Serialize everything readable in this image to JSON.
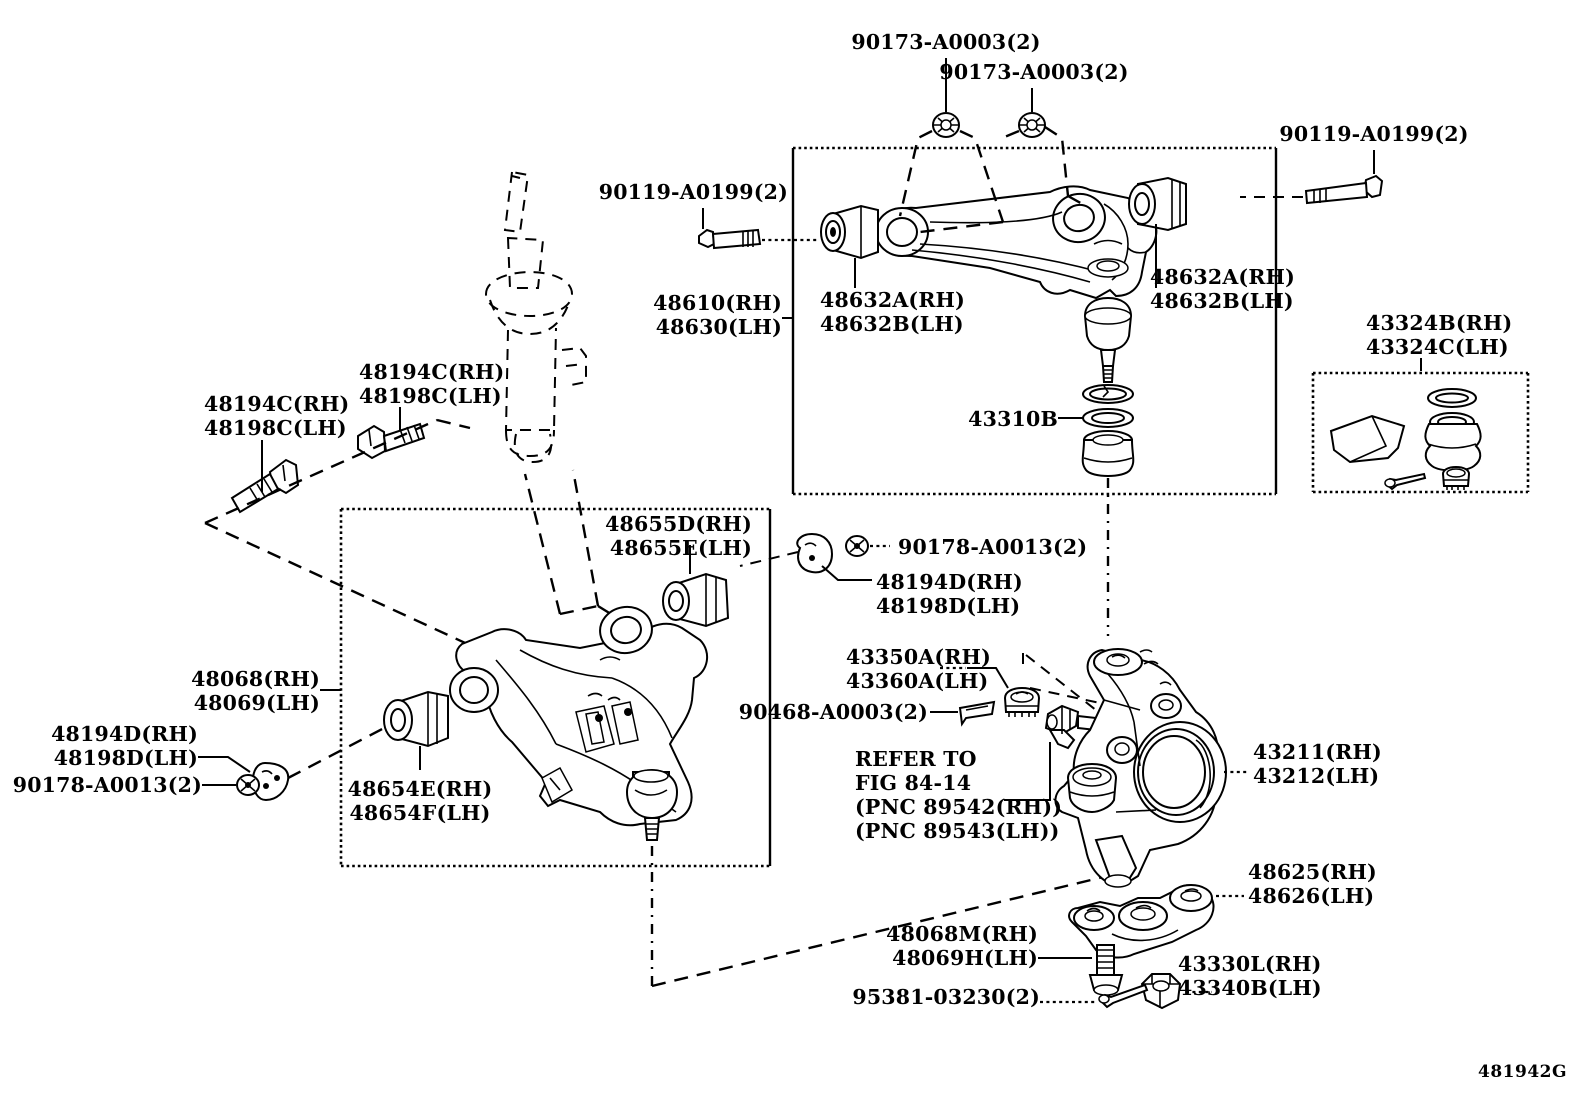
{
  "diagram": {
    "title": "Front Suspension Arm / Steering Knuckle Exploded Parts Diagram",
    "figure_code": "481942G"
  },
  "labels": {
    "nut_upper_left": "90173-A0003(2)",
    "nut_upper_right": "90173-A0003(2)",
    "bolt_upper_right": "90119-A0199(2)",
    "bolt_upper_left": "90119-A0199(2)",
    "upper_arm": "48610(RH)\n48630(LH)",
    "upper_bush_left": "48632A(RH)\n48632B(LH)",
    "upper_bush_right": "48632A(RH)\n48632B(LH)",
    "ball_joint_dust_seal": "43310B",
    "boot_kit": "43324B(RH)\n43324C(LH)",
    "cam_bolt_outer": "48194C(RH)\n48198C(LH)",
    "cam_bolt_inner": "48194C(RH)\n48198C(LH)",
    "lower_arm": "48068(RH)\n48069(LH)",
    "cam_plate_left": "48194D(RH)\n48198D(LH)",
    "nut_lower_left": "90178-A0013(2)",
    "lower_bush_front": "48654E(RH)\n48654F(LH)",
    "lower_bush_rear": "48655D(RH)\n48655E(LH)",
    "nut_center": "90178-A0013(2)",
    "cam_plate_center": "48194D(RH)\n48198D(LH)",
    "dust_cover": "43350A(RH)\n43360A(LH)",
    "clip": "90468-A0003(2)",
    "refer_to": "REFER TO\nFIG 84-14\n(PNC 89542(RH))\n(PNC 89543(LH))",
    "knuckle": "43211(RH)\n43212(LH)",
    "steering_arm": "48625(RH)\n48626(LH)",
    "bolt_lower": "48068M(RH)\n48069H(LH)",
    "castle_nut": "43330L(RH)\n43340B(LH)",
    "cotter_pin": "95381-03230(2)"
  },
  "parts_list": [
    {
      "number": "90173-A0003",
      "qty": 2,
      "name": "nut"
    },
    {
      "number": "90119-A0199",
      "qty": 2,
      "name": "bolt"
    },
    {
      "number": "48610",
      "side": "RH",
      "name": "upper control arm"
    },
    {
      "number": "48630",
      "side": "LH",
      "name": "upper control arm"
    },
    {
      "number": "48632A",
      "side": "RH",
      "name": "upper arm bushing"
    },
    {
      "number": "48632B",
      "side": "LH",
      "name": "upper arm bushing"
    },
    {
      "number": "43310B",
      "name": "ball joint dust seal"
    },
    {
      "number": "43324B",
      "side": "RH",
      "name": "dust cover repair kit"
    },
    {
      "number": "43324C",
      "side": "LH",
      "name": "dust cover repair kit"
    },
    {
      "number": "48194C",
      "side": "RH",
      "name": "camber adjust cam bolt"
    },
    {
      "number": "48198C",
      "side": "LH",
      "name": "camber adjust cam bolt"
    },
    {
      "number": "48068",
      "side": "RH",
      "name": "lower control arm"
    },
    {
      "number": "48069",
      "side": "LH",
      "name": "lower control arm"
    },
    {
      "number": "48194D",
      "side": "RH",
      "name": "cam plate"
    },
    {
      "number": "48198D",
      "side": "LH",
      "name": "cam plate"
    },
    {
      "number": "90178-A0013",
      "qty": 2,
      "name": "nut"
    },
    {
      "number": "48654E",
      "side": "RH",
      "name": "lower arm bushing front"
    },
    {
      "number": "48654F",
      "side": "LH",
      "name": "lower arm bushing front"
    },
    {
      "number": "48655D",
      "side": "RH",
      "name": "lower arm bushing rear"
    },
    {
      "number": "48655E",
      "side": "LH",
      "name": "lower arm bushing rear"
    },
    {
      "number": "43350A",
      "side": "RH",
      "name": "dust cover"
    },
    {
      "number": "43360A",
      "side": "LH",
      "name": "dust cover"
    },
    {
      "number": "90468-A0003",
      "qty": 2,
      "name": "clip"
    },
    {
      "number": "43211",
      "side": "RH",
      "name": "steering knuckle"
    },
    {
      "number": "43212",
      "side": "LH",
      "name": "steering knuckle"
    },
    {
      "number": "48625",
      "side": "RH",
      "name": "steering knuckle arm"
    },
    {
      "number": "48626",
      "side": "LH",
      "name": "steering knuckle arm"
    },
    {
      "number": "48068M",
      "side": "RH",
      "name": "bolt"
    },
    {
      "number": "48069H",
      "side": "LH",
      "name": "bolt"
    },
    {
      "number": "43330L",
      "side": "RH",
      "name": "castle nut"
    },
    {
      "number": "43340B",
      "side": "LH",
      "name": "castle nut"
    },
    {
      "number": "95381-03230",
      "qty": 2,
      "name": "cotter pin"
    }
  ],
  "colors": {
    "line": "#000000",
    "background": "#ffffff"
  }
}
